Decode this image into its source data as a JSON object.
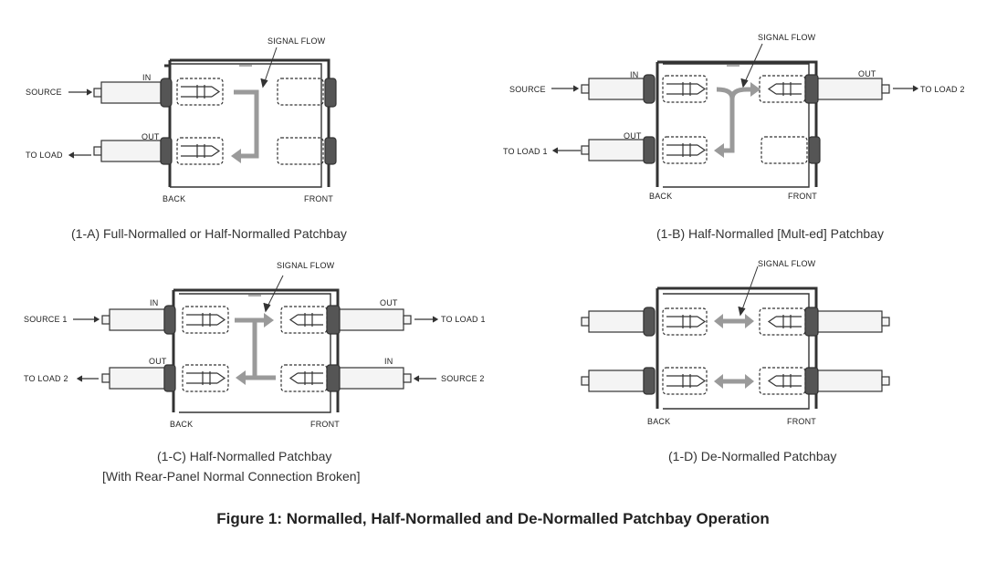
{
  "labels": {
    "signal_flow": "SIGNAL FLOW",
    "in": "IN",
    "out": "OUT",
    "back": "BACK",
    "front": "FRONT",
    "source": "SOURCE",
    "source_1": "SOURCE 1",
    "source_2": "SOURCE 2",
    "to_load": "TO LOAD",
    "to_load_1": "TO LOAD 1",
    "to_load_2": "TO LOAD 2"
  },
  "captions": {
    "a": "(1-A) Full-Normalled or Half-Normalled Patchbay",
    "b": "(1-B) Half-Normalled [Mult-ed] Patchbay",
    "c_line1": "(1-C) Half-Normalled Patchbay",
    "c_line2": "[With Rear-Panel Normal Connection Broken]",
    "d": "(1-D) De-Normalled Patchbay"
  },
  "figure_title": "Figure 1: Normalled, Half-Normalled and De-Normalled Patchbay Operation",
  "colors": {
    "line": "#333333",
    "arrow_gray": "#9a9a9a",
    "collar_dark": "#555555",
    "plug_fill": "#f4f4f4"
  }
}
